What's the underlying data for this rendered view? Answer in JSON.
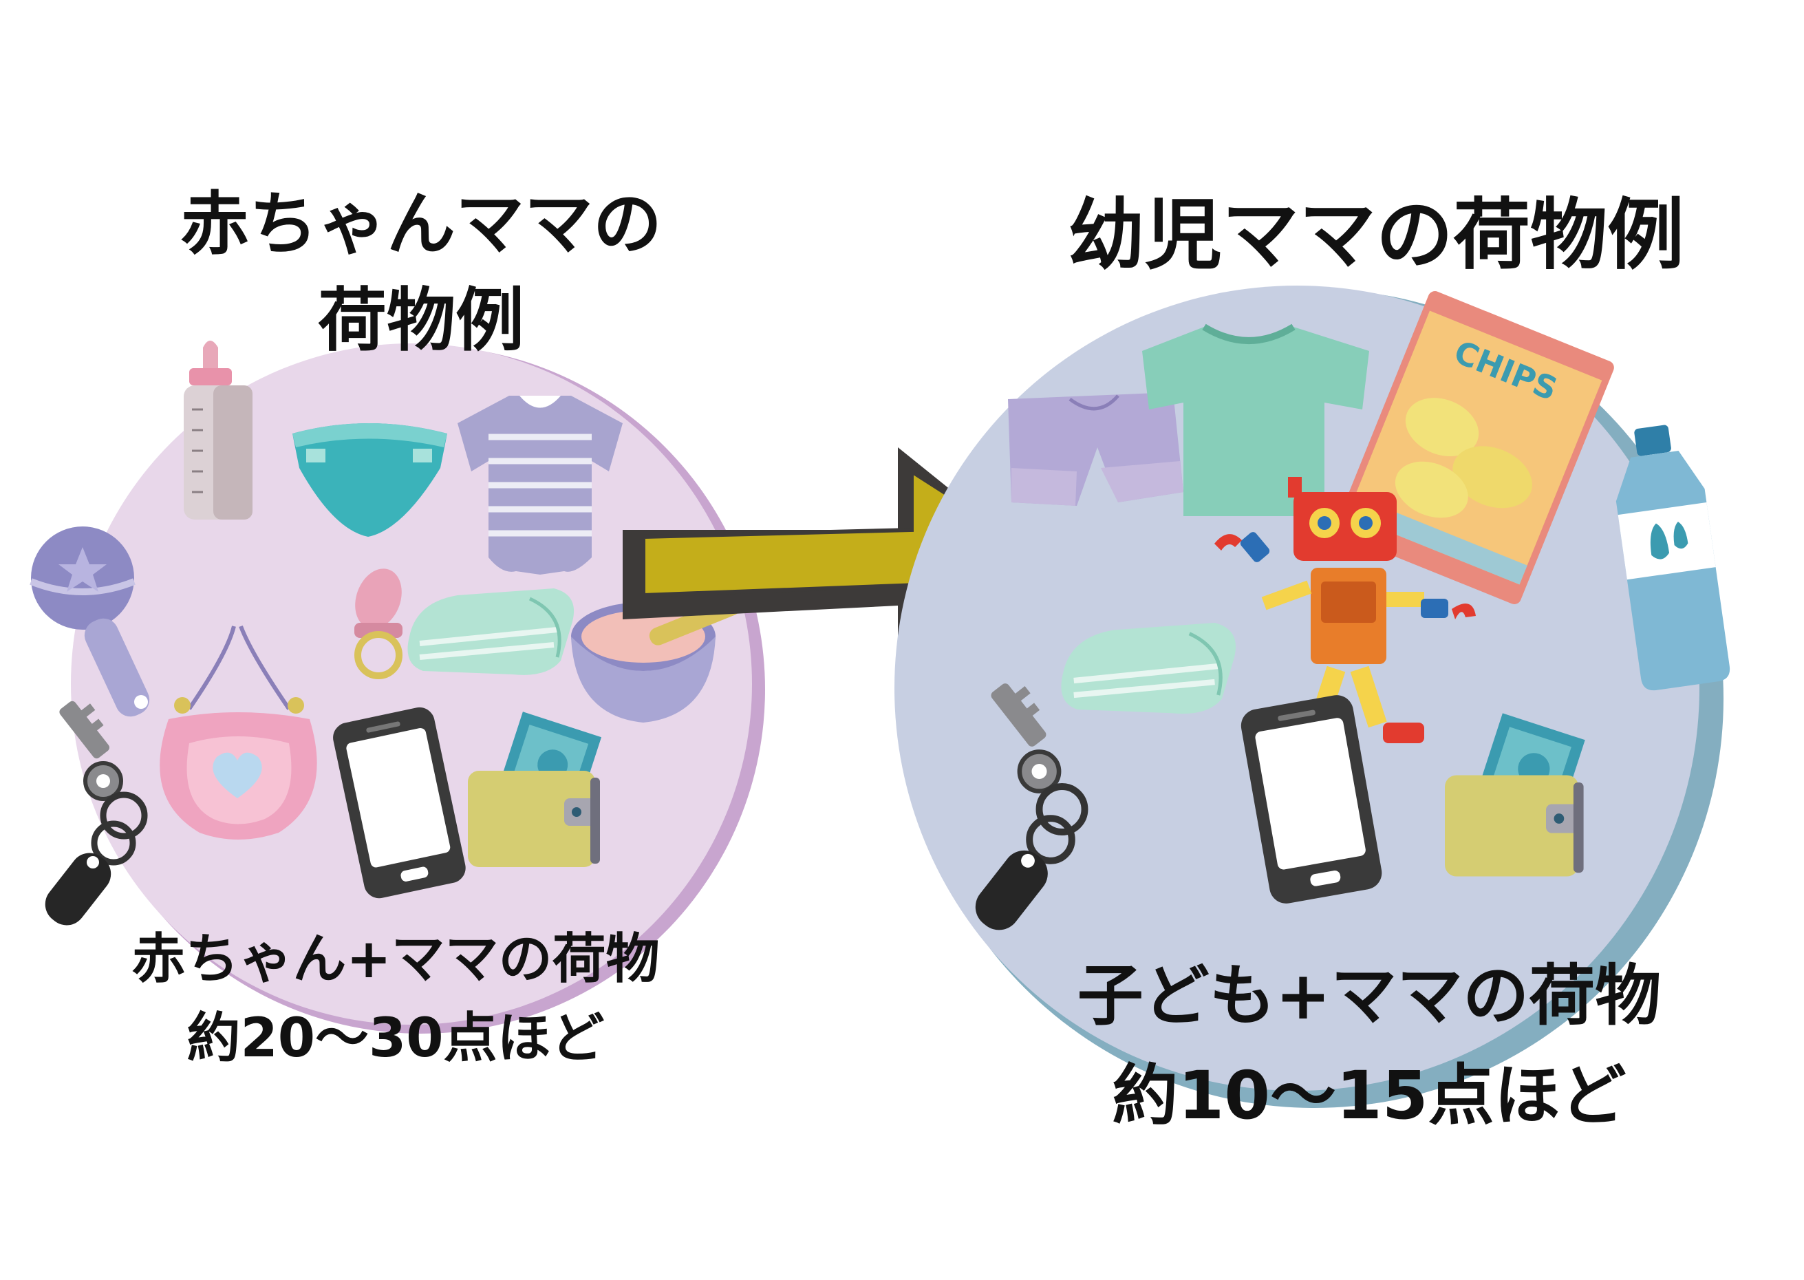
{
  "baby_section": {
    "title_line1": "赤ちゃんママの",
    "title_line2": "荷物例",
    "caption_line1": "赤ちゃん+ママの荷物",
    "caption_line2": "約20〜30点ほど",
    "circle_color": "#e8d7ea",
    "circle_edge_color": "#c8a5cf"
  },
  "toddler_section": {
    "title": "幼児ママの荷物例",
    "caption_line1": "子ども+ママの荷物",
    "caption_line2": "約10〜15点ほど",
    "circle_color": "#c7cfe2",
    "circle_edge_color": "#84aec0",
    "chips_label": "CHIPS"
  },
  "arrow": {
    "fill_color": "#c4ae1a",
    "shadow_color": "#3d3a39"
  },
  "icons": {
    "baby": [
      "baby-bottle-icon",
      "diaper-icon",
      "onesie-icon",
      "rattle-icon",
      "pacifier-icon",
      "towel-icon",
      "baby-food-bowl-icon",
      "bib-icon",
      "key-icon",
      "smartphone-icon",
      "wallet-icon"
    ],
    "toddler": [
      "shorts-icon",
      "tshirt-icon",
      "chips-bag-icon",
      "water-bottle-icon",
      "robot-toy-icon",
      "towel-icon",
      "key-icon",
      "smartphone-icon",
      "wallet-icon"
    ]
  }
}
